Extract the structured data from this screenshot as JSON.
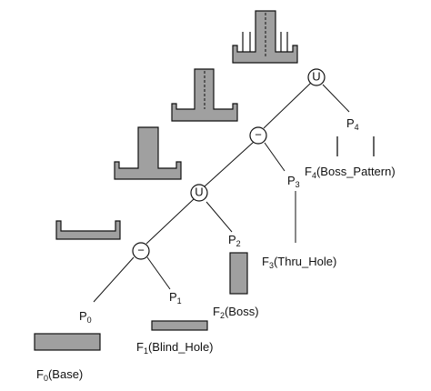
{
  "features": {
    "f0": {
      "prefix": "F",
      "index": "0",
      "name": "(Base)"
    },
    "f1": {
      "prefix": "F",
      "index": "1",
      "name": "(Blind_Hole)"
    },
    "f2": {
      "prefix": "F",
      "index": "2",
      "name": "(Boss)"
    },
    "f3": {
      "prefix": "F",
      "index": "3",
      "name": "(Thru_Hole)"
    },
    "f4": {
      "prefix": "F",
      "index": "4",
      "name": "(Boss_Pattern)"
    }
  },
  "params": {
    "p0": {
      "prefix": "P",
      "index": "0"
    },
    "p1": {
      "prefix": "P",
      "index": "1"
    },
    "p2": {
      "prefix": "P",
      "index": "2"
    },
    "p3": {
      "prefix": "P",
      "index": "3"
    },
    "p4": {
      "prefix": "P",
      "index": "4"
    }
  },
  "operators": {
    "op1": "−",
    "op2": "U",
    "op3": "−",
    "op4": "U"
  }
}
